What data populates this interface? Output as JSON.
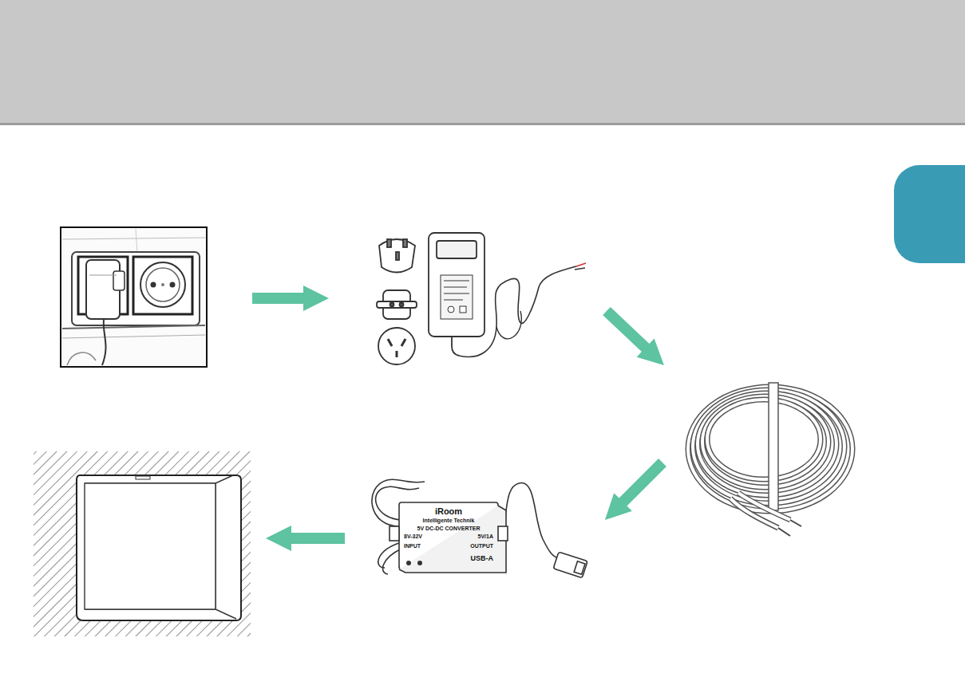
{
  "diagram": {
    "labels": [
      "iRoom",
      "Intelligente Technik",
      "5V DC-DC CONVERTER",
      "8V-32V",
      "5V/1A",
      "INPUT",
      "OUTPUT",
      "USB-A"
    ]
  }
}
